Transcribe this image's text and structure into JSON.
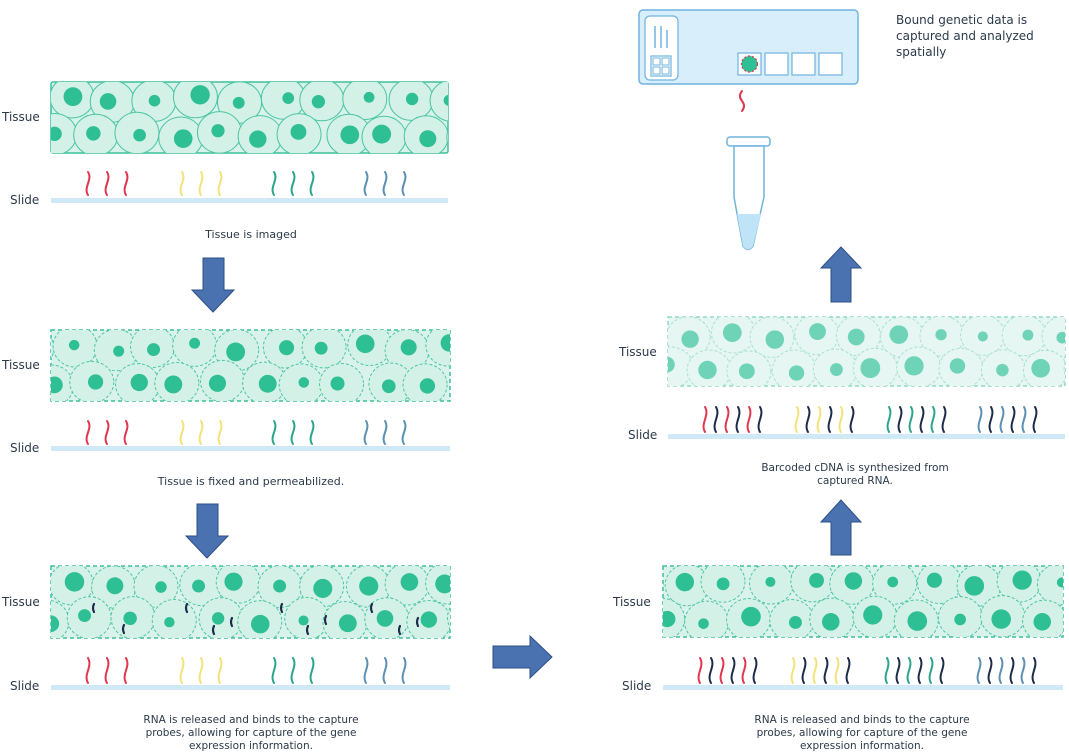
{
  "labels": {
    "tissue": "Tissue",
    "slide": "Slide"
  },
  "captions": {
    "step1": "Tissue is imaged",
    "step2": "Tissue is fixed and permeabilized.",
    "step3_line1": "RNA is released and binds to the capture",
    "step3_line2": "probes, allowing for capture of the gene",
    "step3_line3": "expression information.",
    "step4_line1": "RNA is released and binds to the capture",
    "step4_line2": "probes, allowing for capture of the gene",
    "step4_line3": "expression information.",
    "step5_line1": "Barcoded cDNA is synthesized from",
    "step5_line2": "captured RNA.",
    "step6_line1": "Bound genetic data is",
    "step6_line2": "captured and analyzed",
    "step6_line3": "spatially"
  },
  "colors": {
    "tissue_fill": "#d9f3ec",
    "tissue_border": "#3fbf9a",
    "nucleus": "#2fbf94",
    "slide": "#cfe9f6",
    "arrow": "#4a72b0",
    "arrow_border": "#2d4f86",
    "probe_red": "#e0364f",
    "probe_yellow": "#f2e27a",
    "probe_teal": "#2aa58a",
    "probe_blue": "#5b8fb4",
    "barcode_navy": "#1d2b4a"
  }
}
